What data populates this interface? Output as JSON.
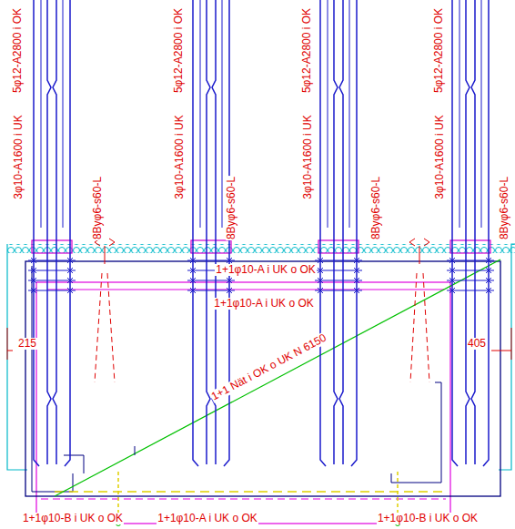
{
  "diagram": {
    "labels": [
      "5φ12-A2800 i OK",
      "5φ12-A2800 i OK",
      "5φ12-A2800 i OK",
      "5φ12-A2800 i OK",
      "3φ10-A1600 i UK",
      "3φ10-A1600 i UK",
      "3φ10-A1600 i UK",
      "3φ10-A1600 i UK",
      "8Byφ6-s60-L",
      "8Byφ6-s60-L",
      "8Byφ6-s60-L",
      "8Byφ6-s60-L",
      "1+1φ10-A i UK o OK",
      "1+1φ10-A i UK o OK",
      "215",
      "405",
      "1+1 Nät i OK o UK N 6150",
      "1+1φ10-B i UK o OK",
      "1+1φ10-A i UK o OK",
      "1+1φ10-B i UK o OK"
    ]
  }
}
